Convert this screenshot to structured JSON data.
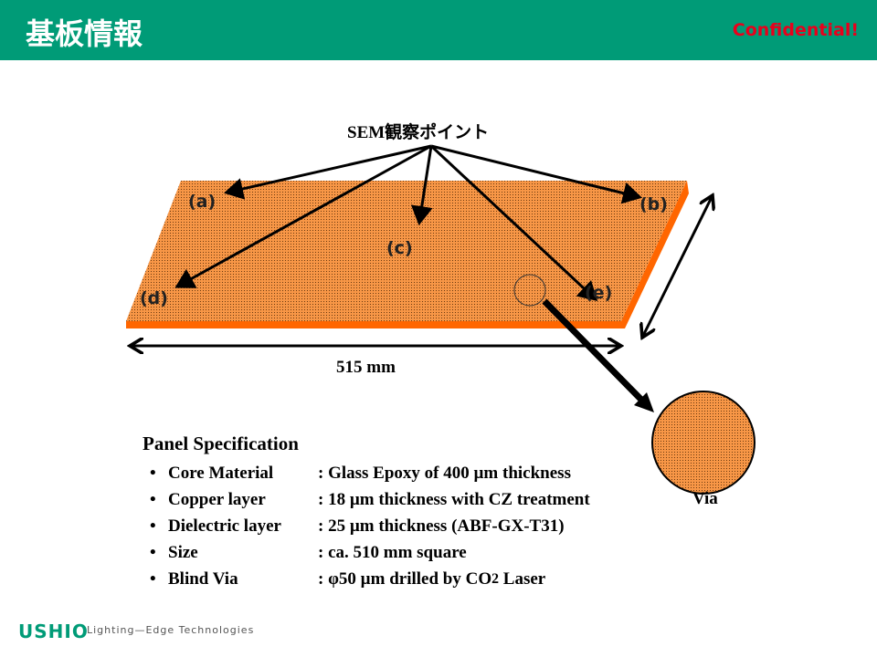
{
  "header": {
    "title": "基板情報",
    "confidential": "Confidential!"
  },
  "diagram": {
    "sem_label": "SEM観察ポイント",
    "points": [
      "(a)",
      "(b)",
      "(c)",
      "(d)",
      "(e)"
    ],
    "width_label": "515 mm",
    "via_label": "Via",
    "colors": {
      "panel": "#F79646",
      "edge": "#FF6600",
      "header": "#009B77"
    }
  },
  "spec": {
    "title": "Panel Specification",
    "bullet": "•",
    "items": [
      {
        "key": "Core Material",
        "value": ": Glass Epoxy of 400 µm thickness"
      },
      {
        "key": "Copper layer",
        "value": ": 18 µm thickness with CZ treatment"
      },
      {
        "key": "Dielectric layer",
        "value": ": 25 µm thickness (ABF-GX-T31)"
      },
      {
        "key": "Size",
        "value": ": ca. 510 mm square"
      },
      {
        "key": "Blind Via",
        "value": ": φ50 µm drilled by CO",
        "sub": "2",
        "suffix": " Laser"
      }
    ]
  },
  "footer": {
    "logo": "USHIO",
    "tagline": "Lighting—Edge Technologies"
  }
}
